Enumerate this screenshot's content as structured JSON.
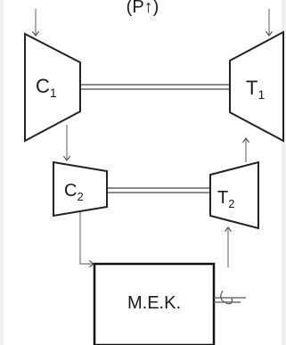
{
  "top_label": "(P↑)",
  "components": {
    "c1": {
      "main": "C",
      "sub": "1"
    },
    "t1": {
      "main": "T",
      "sub": "1"
    },
    "c2": {
      "main": "C",
      "sub": "2"
    },
    "t2": {
      "main": "T",
      "sub": "2"
    },
    "mek": {
      "label": "M.E.K."
    }
  }
}
